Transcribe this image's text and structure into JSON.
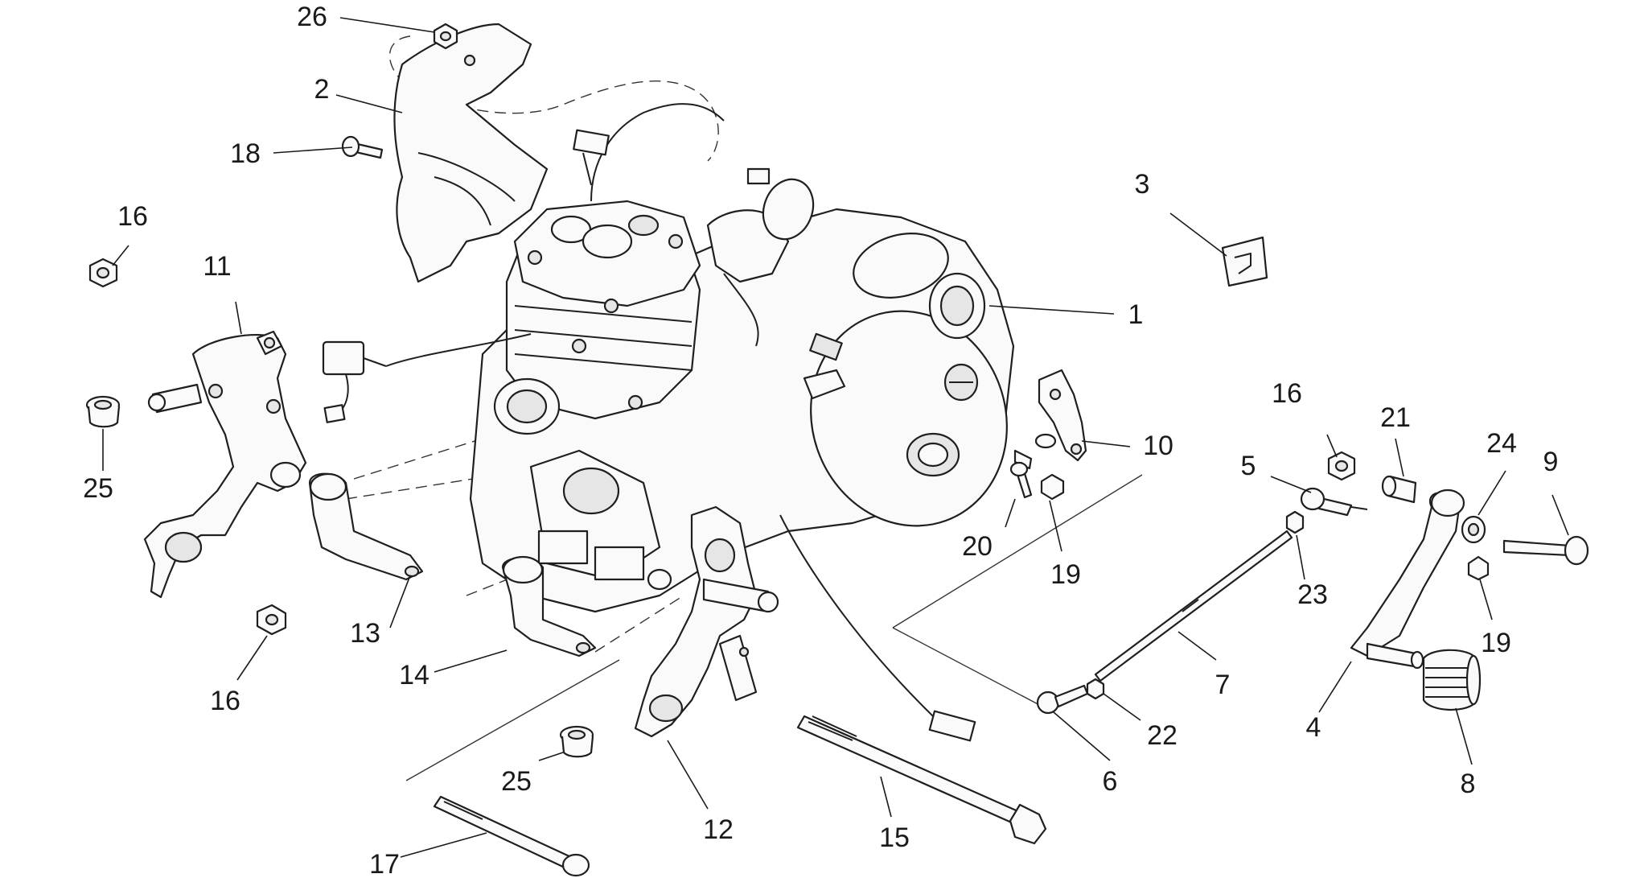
{
  "callouts": {
    "c1": "1",
    "c2": "2",
    "c3": "3",
    "c4": "4",
    "c5": "5",
    "c6": "6",
    "c7": "7",
    "c8": "8",
    "c9": "9",
    "c10": "10",
    "c11": "11",
    "c12": "12",
    "c13": "13",
    "c14": "14",
    "c15": "15",
    "c16a": "16",
    "c16b": "16",
    "c16c": "16",
    "c17": "17",
    "c18": "18",
    "c19a": "19",
    "c19b": "19",
    "c20": "20",
    "c21": "21",
    "c22": "22",
    "c23": "23",
    "c24": "24",
    "c25a": "25",
    "c25b": "25",
    "c26": "26"
  }
}
